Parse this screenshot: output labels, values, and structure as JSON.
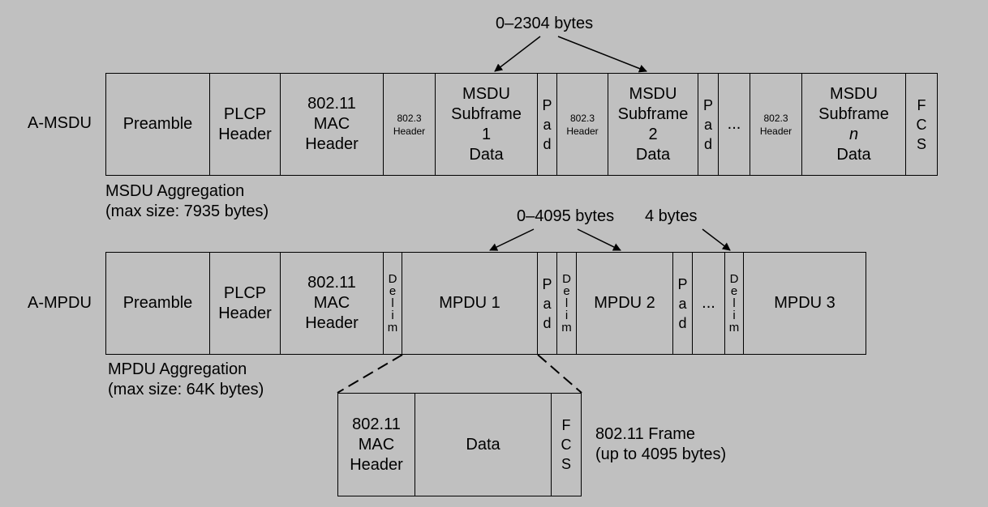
{
  "amsdu": {
    "row_label": "A-MSDU",
    "preamble": "Preamble",
    "plcp": "PLCP\nHeader",
    "mac": "802.11\nMAC\nHeader",
    "h8023": "802.3\nHeader",
    "sub1": "MSDU\nSubframe\n1\nData",
    "pad": "P\na\nd",
    "sub2": "MSDU\nSubframe\n2\nData",
    "ellipsis": "...",
    "subn_title": "MSDU\nSubframe",
    "subn_n": "n",
    "subn_data": "Data",
    "fcs": "F\nC\nS",
    "size_label": "0–2304 bytes",
    "caption": "MSDU Aggregation\n(max size: 7935 bytes)"
  },
  "ampdu": {
    "row_label": "A-MPDU",
    "preamble": "Preamble",
    "plcp": "PLCP\nHeader",
    "mac": "802.11\nMAC\nHeader",
    "delim": "D\ne\nl\ni\nm",
    "mpdu1": "MPDU 1",
    "pad": "P\na\nd",
    "mpdu2": "MPDU 2",
    "ellipsis": "...",
    "mpdu3": "MPDU 3",
    "size_label": "0–4095 bytes",
    "delim_size_label": "4 bytes",
    "caption": "MPDU Aggregation\n(max size:  64K bytes)"
  },
  "frame": {
    "mac": "802.11\nMAC\nHeader",
    "data": "Data",
    "fcs": "F\nC\nS",
    "caption": "802.11 Frame\n(up to 4095 bytes)"
  }
}
